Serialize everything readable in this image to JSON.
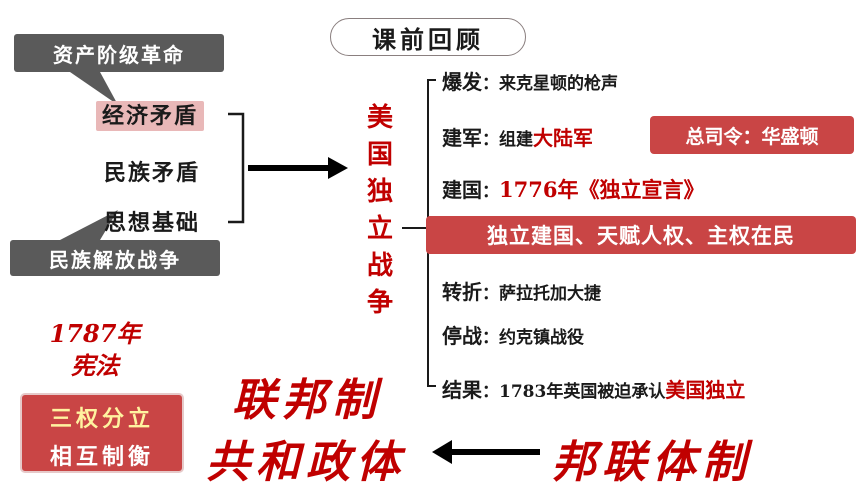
{
  "title": "课前回顾",
  "left": {
    "bourgeois_revolution": "资产阶级革命",
    "economic_conflict": "经济矛盾",
    "ethnic_conflict": "民族矛盾",
    "ideological_basis": "思想基础",
    "national_liberation_war": "民族解放战争"
  },
  "center_title": [
    "美",
    "国",
    "独",
    "立",
    "战",
    "争"
  ],
  "events": {
    "outbreak": {
      "label": "爆发",
      "text": "来克星顿的枪声"
    },
    "army": {
      "label": "建军",
      "text_prefix": "组建",
      "text_red": "大陆军",
      "banner": "总司令：华盛顿"
    },
    "founding": {
      "label": "建国",
      "text_red": "1776年《独立宣言》"
    },
    "principles_banner": "独立建国、天赋人权、主权在民",
    "turning_point": {
      "label": "转折",
      "text": "萨拉托加大捷"
    },
    "ceasefire": {
      "label": "停战",
      "text": "约克镇战役"
    },
    "result": {
      "label": "结果",
      "text_prefix": "1783年英国被迫承认",
      "text_red": "美国独立"
    }
  },
  "bottom": {
    "constitution_line1": "1787年",
    "constitution_line2": "宪法",
    "separation_line1": "三权分立",
    "separation_line2": "相互制衡",
    "federal_system": "联邦制",
    "republic": "共和政体",
    "confederation": "邦联体制"
  },
  "colors": {
    "accent_red": "#c00000",
    "banner_red": "#c94545",
    "dark_gray": "#5a5a5a",
    "pink": "#e9b8b8"
  }
}
